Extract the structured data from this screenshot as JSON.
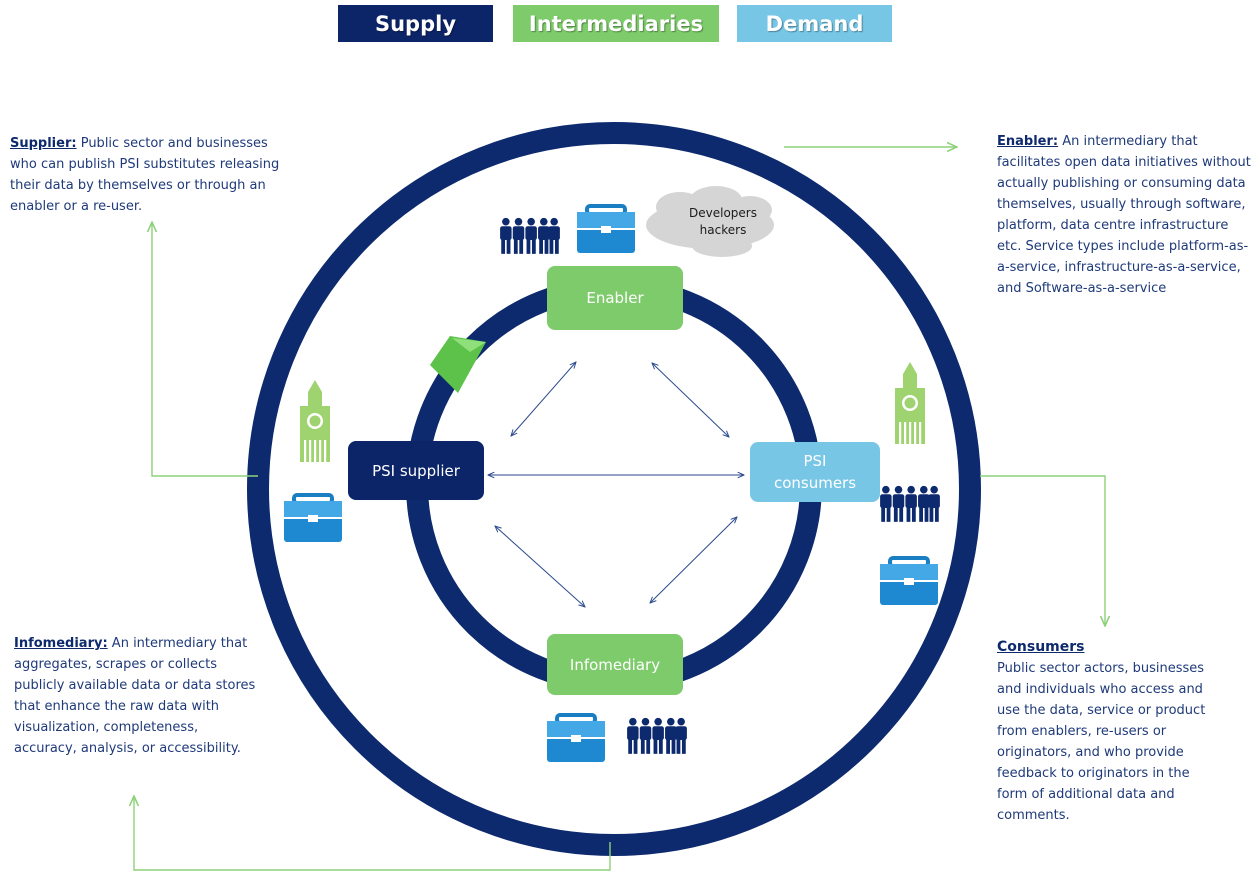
{
  "legend": [
    {
      "label": "Supply",
      "color": "#0c2468"
    },
    {
      "label": "Intermediaries",
      "color": "#7dcb6a"
    },
    {
      "label": "Demand",
      "color": "#77c6e6"
    }
  ],
  "nodes": {
    "enabler": "Enabler",
    "psi_supplier": "PSI supplier",
    "psi_consumers": "PSI\nconsumers",
    "infomediary": "Infomediary"
  },
  "cloud": "Developers\nhackers",
  "descriptions": {
    "supplier": {
      "head": "Supplier:",
      "body": " Public sector and businesses who can publish PSI substitutes releasing their data by themselves or through an enabler or a re-user."
    },
    "enabler": {
      "head": "Enabler:",
      "body": " An intermediary that facilitates open data initiatives without actually publishing or consuming data themselves, usually through software, platform, data centre infrastructure etc. Service types include platform-as-a-service, infrastructure-as-a-service, and Software-as-a-service"
    },
    "infomediary": {
      "head": "Infomediary:",
      "body": " An intermediary that aggregates, scrapes or collects  publicly available data or data stores that enhance  the raw data with visualization, completeness, accuracy, analysis, or accessibility."
    },
    "consumers": {
      "head": "Consumers",
      "body": "Public sector actors, businesses and individuals who access and use the data, service or product from enablers, re-users or originators, and who provide feedback to originators in the form of additional data and comments."
    }
  },
  "icons": [
    "people-icon",
    "briefcase-icon",
    "clock-tower-icon",
    "cloud-icon"
  ]
}
